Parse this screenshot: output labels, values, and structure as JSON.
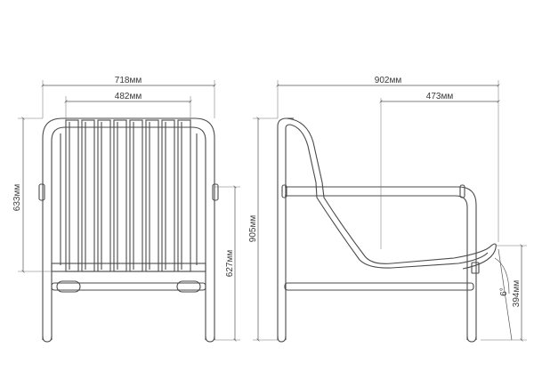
{
  "dimensions": {
    "front_width": "718мм",
    "seat_width": "482мм",
    "arm_height": "633мм",
    "back_height": "627мм",
    "side_height": "905мм",
    "side_depth": "902мм",
    "seat_depth": "473мм",
    "seat_height": "394мм",
    "seat_angle": "6°"
  }
}
